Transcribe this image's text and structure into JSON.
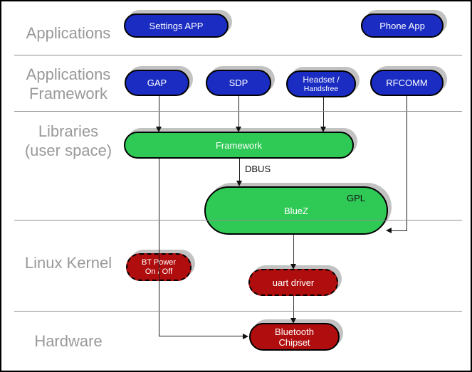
{
  "layers": {
    "applications": {
      "line1": "Applications"
    },
    "app_framework": {
      "line1": "Applications",
      "line2": "Framework"
    },
    "libraries": {
      "line1": "Libraries",
      "line2": "(user space)"
    },
    "kernel": {
      "line1": "Linux Kernel"
    },
    "hardware": {
      "line1": "Hardware"
    }
  },
  "nodes": {
    "settings_app": {
      "label": "Settings APP"
    },
    "phone_app": {
      "label": "Phone App"
    },
    "gap": {
      "label": "GAP"
    },
    "sdp": {
      "label": "SDP"
    },
    "headset": {
      "line1": "Headset /",
      "line2": "Handsfree"
    },
    "rfcomm": {
      "label": "RFCOMM"
    },
    "framework": {
      "label": "Framework"
    },
    "bluez": {
      "label": "BlueZ"
    },
    "bt_power": {
      "line1": "BT Power",
      "line2": "On / Off"
    },
    "uart_driver": {
      "label": "uart driver"
    },
    "bt_chipset": {
      "line1": "Bluetooth",
      "line2": "Chipset"
    }
  },
  "annotations": {
    "gpl": "GPL",
    "dbus": "DBUS"
  },
  "colors": {
    "app_blue": "#1a2cc2",
    "lib_green": "#2fc956",
    "kernel_red": "#b00e0e",
    "label_gray": "#999999"
  }
}
